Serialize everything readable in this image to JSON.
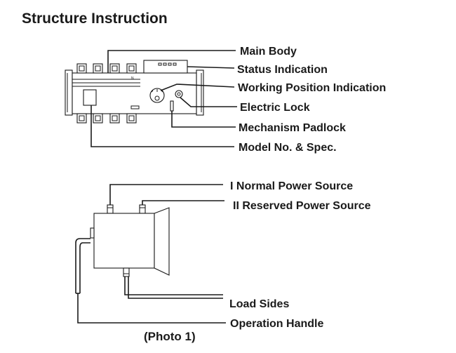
{
  "title": "Structure Instruction",
  "top_view": {
    "callouts": {
      "main_body": "Main Body",
      "status_indication": "Status Indication",
      "working_position_indication": "Working Position Indication",
      "electric_lock": "Electric Lock",
      "mechanism_padlock": "Mechanism Padlock",
      "model_spec": "Model No. & Spec."
    },
    "neutral_mark": "N"
  },
  "side_view": {
    "callouts": {
      "normal_power": "I Normal Power Source",
      "reserved_power": "II Reserved Power Source",
      "load_sides": "Load Sides",
      "operation_handle": "Operation Handle"
    },
    "caption": "(Photo 1)"
  }
}
